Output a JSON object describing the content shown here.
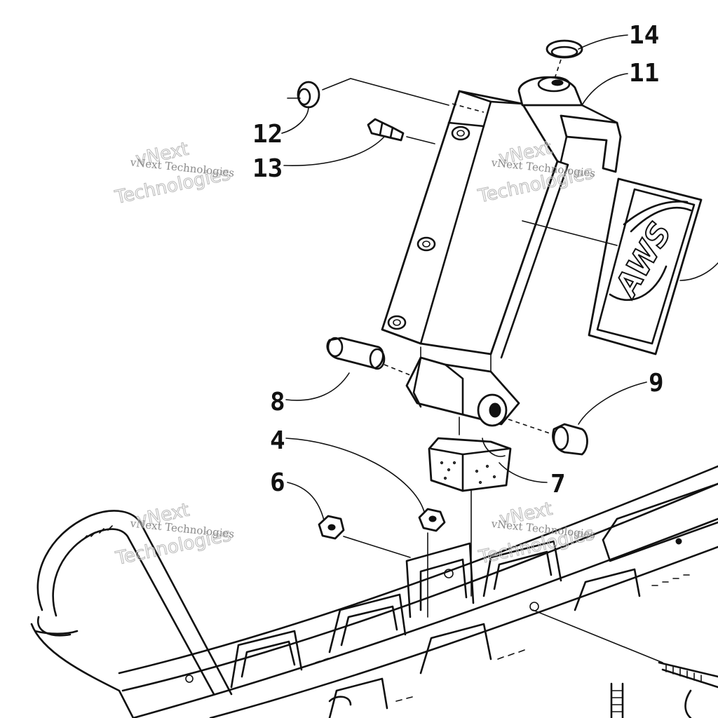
{
  "diagram": {
    "callouts": [
      {
        "id": "c14",
        "label": "14"
      },
      {
        "id": "c11",
        "label": "11"
      },
      {
        "id": "c12",
        "label": "12"
      },
      {
        "id": "c13",
        "label": "13"
      },
      {
        "id": "c8",
        "label": "8"
      },
      {
        "id": "c9",
        "label": "9"
      },
      {
        "id": "c4",
        "label": "4"
      },
      {
        "id": "c7",
        "label": "7"
      },
      {
        "id": "c6",
        "label": "6"
      }
    ],
    "decal_text": "AWS",
    "watermark": {
      "line1": "vNext",
      "line2": "Technologies",
      "caption": "vNext Technologies"
    }
  }
}
